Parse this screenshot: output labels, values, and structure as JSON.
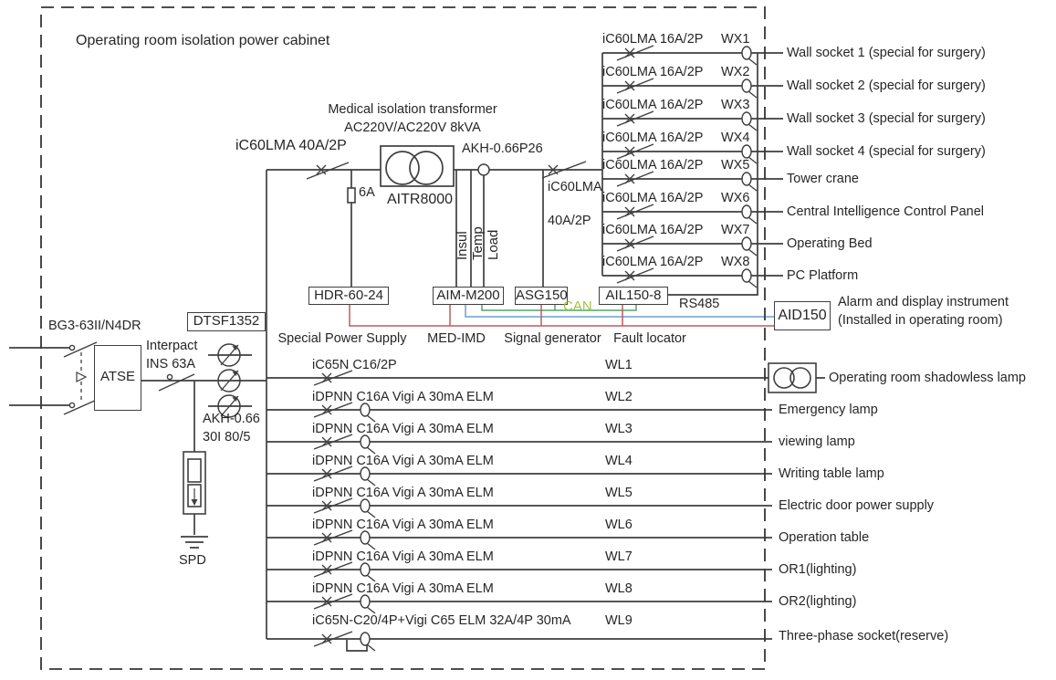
{
  "title": "Operating room isolation power cabinet",
  "colors": {
    "red": "#c4595e",
    "green": "#55a368",
    "green_text": "#9fc43c",
    "blue": "#699fd2",
    "line": "#3f3f3f"
  },
  "incoming": {
    "ats_model": "BG3-63II/N4DR",
    "ats_name": "ATSE",
    "isolator_line1": "Interpact",
    "isolator_line2": "INS 63A",
    "meter": "DTSF1352",
    "ct_line1": "AKH-0.66",
    "ct_line2": "30I 80/5",
    "spd": "SPD"
  },
  "transformer": {
    "title_line1": "Medical isolation transformer",
    "title_line2": "AC220V/AC220V 8kVA",
    "model": "AITR8000",
    "breaker_in": "iC60LMA 40A/2P",
    "fuse": "6A",
    "ct": "AKH-0.66P26",
    "breaker_out_line1": "iC60LMA",
    "breaker_out_line2": "40A/2P",
    "sense_insul": "Insul",
    "sense_temp": "Temp",
    "sense_load": "Load"
  },
  "modules": {
    "items": [
      {
        "model": "HDR-60-24",
        "caption": "Special Power Supply"
      },
      {
        "model": "AIM-M200",
        "caption": "MED-IMD"
      },
      {
        "model": "ASG150",
        "caption": "Signal generator"
      },
      {
        "model": "AIL150-8",
        "caption": "Fault locator"
      }
    ],
    "can_bus": "CAN",
    "rs485_bus": "RS485",
    "display": {
      "model": "AID150",
      "desc_line1": "Alarm and display instrument",
      "desc_line2": "(Installed in operating room)"
    }
  },
  "wx": {
    "rows": [
      {
        "breaker": "iC60LMA 16A/2P",
        "id": "WX1",
        "target": "Wall socket 1 (special for surgery)"
      },
      {
        "breaker": "iC60LMA 16A/2P",
        "id": "WX2",
        "target": "Wall socket 2 (special for surgery)"
      },
      {
        "breaker": "iC60LMA 16A/2P",
        "id": "WX3",
        "target": "Wall socket 3 (special for surgery)"
      },
      {
        "breaker": "iC60LMA 16A/2P",
        "id": "WX4",
        "target": "Wall socket 4 (special for surgery)"
      },
      {
        "breaker": "iC60LMA 16A/2P",
        "id": "WX5",
        "target": "Tower crane"
      },
      {
        "breaker": "iC60LMA 16A/2P",
        "id": "WX6",
        "target": "Central Intelligence Control Panel"
      },
      {
        "breaker": "iC60LMA 16A/2P",
        "id": "WX7",
        "target": "Operating Bed"
      },
      {
        "breaker": "iC60LMA 16A/2P",
        "id": "WX8",
        "target": "PC Platform"
      }
    ]
  },
  "wl": {
    "rows": [
      {
        "breaker": "iC65N C16/2P",
        "id": "WL1",
        "target": "Operating room shadowless lamp"
      },
      {
        "breaker": "iDPNN C16A Vigi A 30mA ELM",
        "id": "WL2",
        "target": "Emergency lamp"
      },
      {
        "breaker": "iDPNN C16A Vigi A 30mA ELM",
        "id": "WL3",
        "target": "viewing lamp"
      },
      {
        "breaker": "iDPNN C16A Vigi A 30mA ELM",
        "id": "WL4",
        "target": "Writing table lamp"
      },
      {
        "breaker": "iDPNN C16A Vigi A 30mA ELM",
        "id": "WL5",
        "target": "Electric door power supply"
      },
      {
        "breaker": "iDPNN C16A Vigi A 30mA ELM",
        "id": "WL6",
        "target": "Operation table"
      },
      {
        "breaker": "iDPNN C16A Vigi A 30mA ELM",
        "id": "WL7",
        "target": "OR1(lighting)"
      },
      {
        "breaker": "iDPNN C16A Vigi A 30mA ELM",
        "id": "WL8",
        "target": "OR2(lighting)"
      },
      {
        "breaker": "iC65N-C20/4P+Vigi C65 ELM 32A/4P 30mA",
        "id": "WL9",
        "target": "Three-phase socket(reserve)"
      }
    ]
  }
}
